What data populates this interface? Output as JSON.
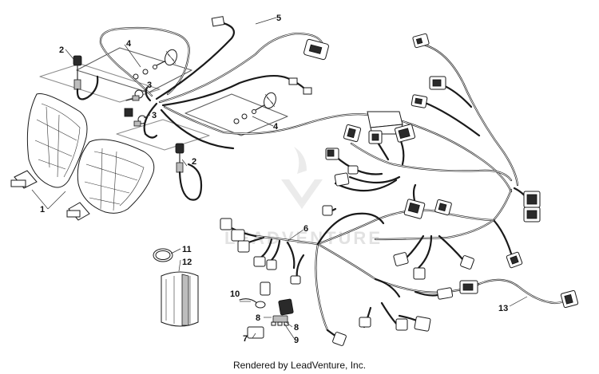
{
  "diagram": {
    "callouts": [
      {
        "id": "1",
        "label": "1"
      },
      {
        "id": "2a",
        "label": "2"
      },
      {
        "id": "2b",
        "label": "2"
      },
      {
        "id": "3a",
        "label": "3"
      },
      {
        "id": "3b",
        "label": "3"
      },
      {
        "id": "4a",
        "label": "4"
      },
      {
        "id": "4b",
        "label": "4"
      },
      {
        "id": "5",
        "label": "5"
      },
      {
        "id": "6",
        "label": "6"
      },
      {
        "id": "7",
        "label": "7"
      },
      {
        "id": "8a",
        "label": "8"
      },
      {
        "id": "8b",
        "label": "8"
      },
      {
        "id": "9",
        "label": "9"
      },
      {
        "id": "10",
        "label": "10"
      },
      {
        "id": "11",
        "label": "11"
      },
      {
        "id": "12",
        "label": "12"
      },
      {
        "id": "13",
        "label": "13"
      }
    ]
  },
  "watermark": {
    "text": "LEADVENTURE"
  },
  "footer": {
    "credit": "Rendered by LeadVenture, Inc."
  }
}
